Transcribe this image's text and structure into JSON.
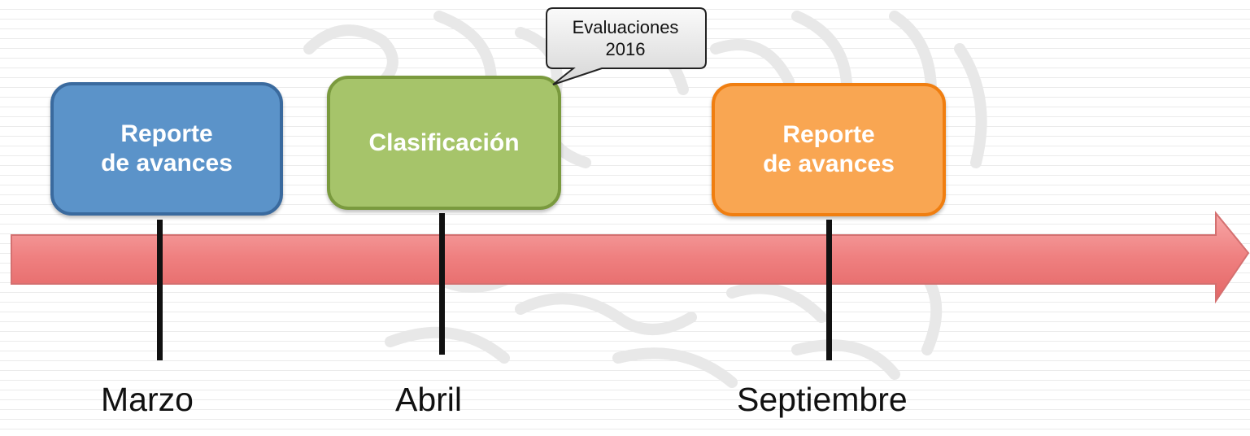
{
  "callout": {
    "text": "Evaluaciones\n2016"
  },
  "milestones": [
    {
      "box_label": "Reporte\nde avances",
      "month": "Marzo",
      "color": "#5b93c9",
      "border_color": "#3a6a9e"
    },
    {
      "box_label": "Clasificación",
      "month": "Abril",
      "color": "#a6c46a",
      "border_color": "#7a9a3e"
    },
    {
      "box_label": "Reporte\nde avances",
      "month": "Septiembre",
      "color": "#f9a652",
      "border_color": "#f07e10"
    }
  ],
  "arrow_color": "#ef7e7e"
}
